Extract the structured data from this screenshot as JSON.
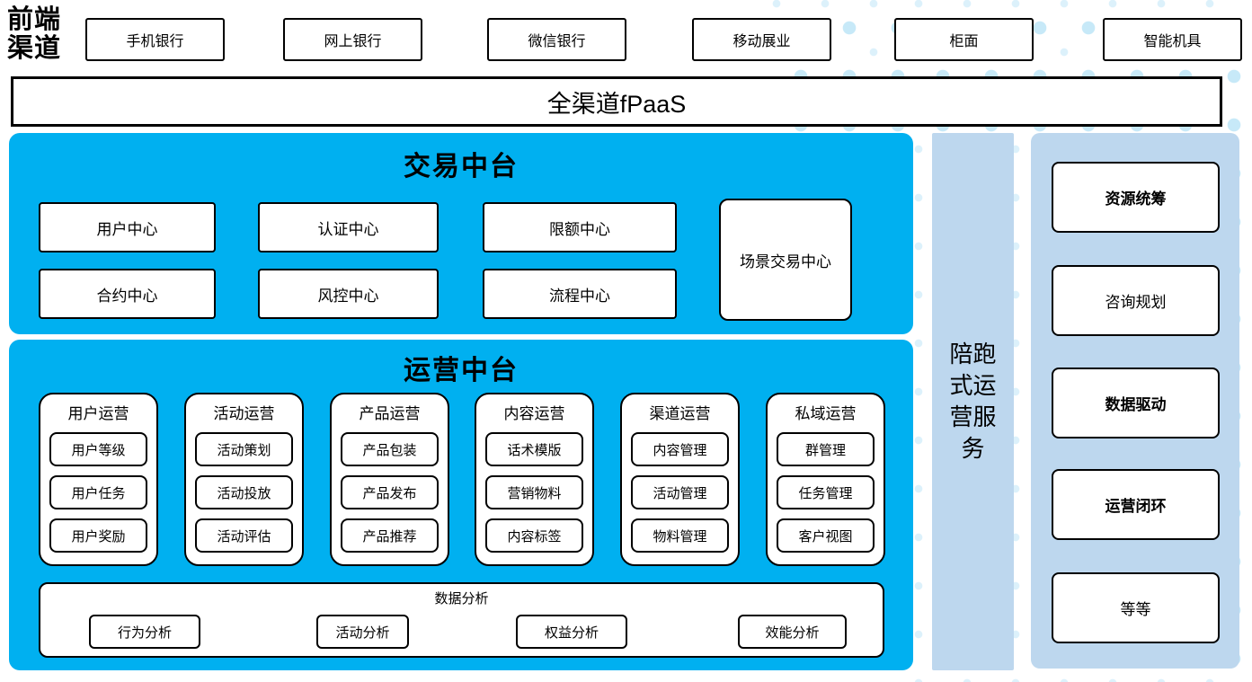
{
  "colors": {
    "platform_blue": "#00b0f0",
    "service_light_blue": "#bdd7ee",
    "dot_blue": "#c7e9f8",
    "border": "#000000"
  },
  "front_channels": {
    "label": "前端渠道",
    "items": [
      "手机银行",
      "网上银行",
      "微信银行",
      "移动展业",
      "柜面",
      "智能机具"
    ]
  },
  "fpaas": {
    "label": "全渠道fPaaS"
  },
  "trade_platform": {
    "title": "交易中台",
    "row1": [
      "用户中心",
      "认证中心",
      "限额中心"
    ],
    "row2": [
      "合约中心",
      "风控中心",
      "流程中心"
    ],
    "tall_box": "场景交易中心"
  },
  "ops_platform": {
    "title": "运营中台",
    "groups": [
      {
        "title": "用户运营",
        "items": [
          "用户等级",
          "用户任务",
          "用户奖励"
        ]
      },
      {
        "title": "活动运营",
        "items": [
          "活动策划",
          "活动投放",
          "活动评估"
        ]
      },
      {
        "title": "产品运营",
        "items": [
          "产品包装",
          "产品发布",
          "产品推荐"
        ]
      },
      {
        "title": "内容运营",
        "items": [
          "话术模版",
          "营销物料",
          "内容标签"
        ]
      },
      {
        "title": "渠道运营",
        "items": [
          "内容管理",
          "活动管理",
          "物料管理"
        ]
      },
      {
        "title": "私域运营",
        "items": [
          "群管理",
          "任务管理",
          "客户视图"
        ]
      }
    ],
    "analysis": {
      "title": "数据分析",
      "items": [
        "行为分析",
        "活动分析",
        "权益分析",
        "效能分析"
      ]
    }
  },
  "runner_bar": {
    "label": "陪跑式运营服务"
  },
  "right_panel": {
    "items": [
      {
        "label": "资源统筹"
      },
      {
        "label": "咨询规划"
      },
      {
        "label": "数据驱动"
      },
      {
        "label": "运营闭环"
      },
      {
        "label": "等等"
      }
    ]
  }
}
